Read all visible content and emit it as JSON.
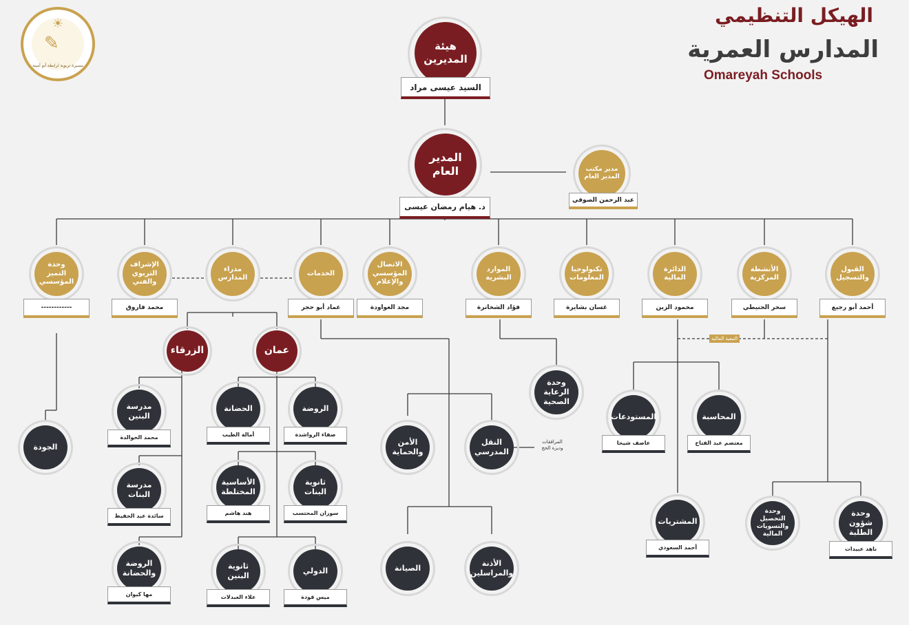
{
  "header": {
    "title_ar": "الهيكل التنظيمي",
    "org_ar": "المدارس العمرية",
    "org_en": "Omareyah Schools",
    "logo_text": "مسيرة تربوية لرابطة أبو أمينة"
  },
  "colors": {
    "red": "#7a1d22",
    "gold": "#c9a24f",
    "dark": "#2f3238",
    "line": "#3a3a3a"
  },
  "board": {
    "title": "هيئة\nالمديرين",
    "person": "السيد عيسى مراد"
  },
  "gm": {
    "title": "المدير\nالعام",
    "person": "د. هيام رمضان عيسى"
  },
  "gm_office": {
    "title": "مدير مكتب\nالمدير العام",
    "person": "عبد الرحمن الصوفي"
  },
  "departments": [
    {
      "title": "القبول\nوالتسجيل",
      "person": "أحمد أبو رجيع"
    },
    {
      "title": "الأنشطة\nالمركزية",
      "person": "سحر الحنيطي"
    },
    {
      "title": "الدائرة\nالمالية",
      "person": "محمود الزين"
    },
    {
      "title": "تكنولوجيا\nالمعلومات",
      "person": "غسان بشايرة"
    },
    {
      "title": "الموارد\nالبشرية",
      "person": "فؤاد الشخاترة"
    },
    {
      "title": "الاتصال\nالمؤسسي\nوالإعلام",
      "person": "مجد العواودة"
    },
    {
      "title": "الخدمات",
      "person": "عماد أبو حجر"
    },
    {
      "title": "مدراء\nالمدارس",
      "person": ""
    },
    {
      "title": "الإشراف\nالتربوي\nوالفني",
      "person": "محمد فاروق"
    },
    {
      "title": "وحدة\nالتميز\nالمؤسسي",
      "person": "------------"
    }
  ],
  "regions": {
    "amman": "عمان",
    "zarqa": "الزرقاء"
  },
  "zarqa_schools": [
    {
      "title": "مدرسة\nالبنين",
      "person": "محمد الخوالدة"
    },
    {
      "title": "مدرسة\nالبنات",
      "person": "سائدة عبد الحفيظ"
    },
    {
      "title": "الروضة\nوالحضانة",
      "person": "مها كيوان"
    }
  ],
  "amman_schools": [
    {
      "title": "الروضة",
      "person": "صفاء الرواشدة"
    },
    {
      "title": "الحضانة",
      "person": "أمالة الطيب"
    },
    {
      "title": "ثانوية\nالبنات",
      "person": "سوزان المحتسب"
    },
    {
      "title": "الأساسية\nالمختلطة",
      "person": "هند هاشم"
    },
    {
      "title": "الدولي",
      "person": "ميس قودة"
    },
    {
      "title": "ثانوية\nالبنين",
      "person": "علاء العبدلات"
    }
  ],
  "quality": {
    "title": "الجودة"
  },
  "services_units": {
    "transport": "النقل\nالمدرسي",
    "security": "الأمن\nوالحماية",
    "maintenance": "الصيانة",
    "messengers": "الأذنة\nوالمراسلين",
    "transport_note": "المرافقات\nوديزة الحج"
  },
  "health": {
    "title": "وحدة\nالرعاية\nالصحية"
  },
  "finance": {
    "tag": "التبعية المالية",
    "warehouses": {
      "title": "المستودعات",
      "person": "عاصف شيحا"
    },
    "accounting": {
      "title": "المحاسبة",
      "person": "معتصم عبد الفتاح"
    },
    "purchasing": {
      "title": "المشتريات",
      "person": "أحمد السعودي"
    }
  },
  "student_affairs": {
    "title": "وحدة\nشؤون\nالطلبة",
    "person": "ناهد عبيدات"
  },
  "collection": {
    "title": "وحدة\nالتحصيل\nوالتسويات\nالمالية"
  }
}
